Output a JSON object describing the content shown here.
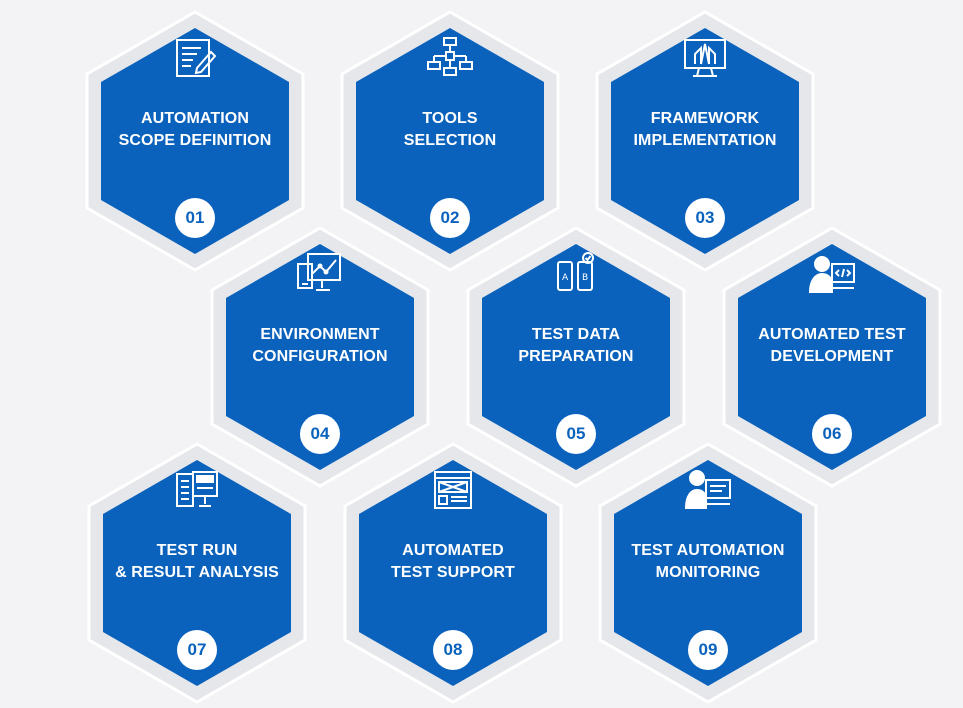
{
  "colors": {
    "background": "#f3f3f5",
    "hex_fill": "#0a62bc",
    "hex_border": "#e6e7eb",
    "text": "#ffffff",
    "number_text": "#0a62bc"
  },
  "steps": [
    {
      "number": "01",
      "line1": "AUTOMATION",
      "line2": "SCOPE DEFINITION",
      "icon": "edit-document-icon"
    },
    {
      "number": "02",
      "line1": "TOOLS",
      "line2": "SELECTION",
      "icon": "flowchart-icon"
    },
    {
      "number": "03",
      "line1": "FRAMEWORK",
      "line2": "IMPLEMENTATION",
      "icon": "monitor-building-icon"
    },
    {
      "number": "04",
      "line1": "ENVIRONMENT",
      "line2": "CONFIGURATION",
      "icon": "monitor-chart-icon"
    },
    {
      "number": "05",
      "line1": "TEST DATA",
      "line2": "PREPARATION",
      "icon": "ab-test-devices-icon"
    },
    {
      "number": "06",
      "line1": "AUTOMATED TEST",
      "line2": "DEVELOPMENT",
      "icon": "developer-code-icon"
    },
    {
      "number": "07",
      "line1": "TEST RUN",
      "line2": "& RESULT ANALYSIS",
      "icon": "checklist-monitor-icon"
    },
    {
      "number": "08",
      "line1": "AUTOMATED",
      "line2": "TEST SUPPORT",
      "icon": "web-page-layout-icon"
    },
    {
      "number": "09",
      "line1": "TEST AUTOMATION",
      "line2": "MONITORING",
      "icon": "person-monitor-icon"
    }
  ]
}
